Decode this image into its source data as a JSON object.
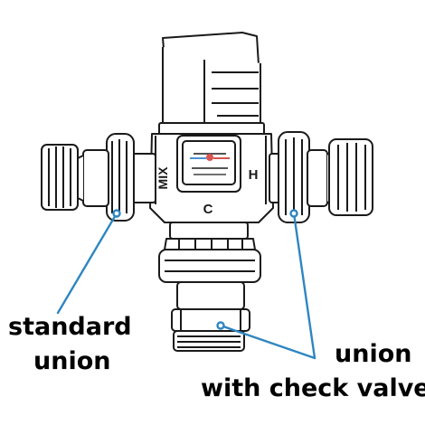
{
  "labels": {
    "standard_union": [
      "standard",
      "union"
    ],
    "union_with_check_valve": [
      "union",
      "with check valve"
    ]
  },
  "valve_face": {
    "left_port": "MIX",
    "right_port": "H",
    "bottom_port": "C"
  },
  "colors": {
    "leader_line": "#2e86c1",
    "outline": "#1a1a1a",
    "fill": "#ffffff",
    "dial_hot": "#d9534f",
    "dial_cold": "#4a90d9"
  }
}
